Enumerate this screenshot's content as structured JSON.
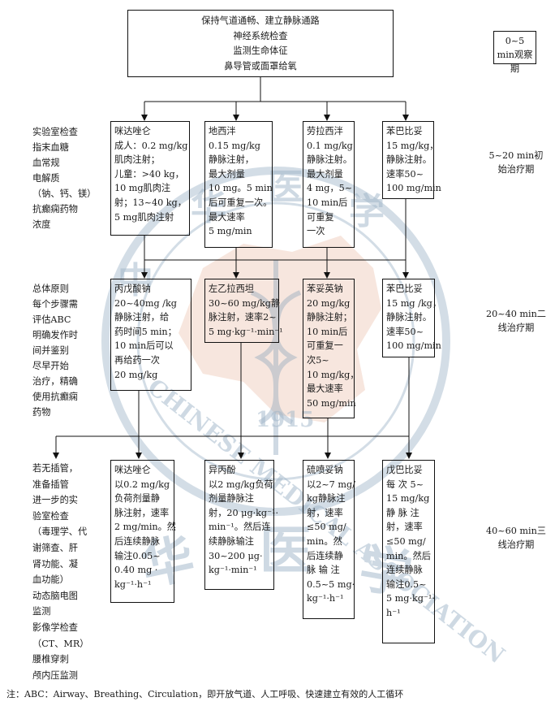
{
  "top": {
    "lines": [
      "保持气道通畅、建立静脉通路",
      "神经系统检查",
      "监测生命体征",
      "鼻导管或面罩给氧"
    ]
  },
  "phases": [
    {
      "lines": [
        "0~5 min",
        "观察期"
      ]
    },
    {
      "lines": [
        "5~20 min",
        "初始治疗期"
      ]
    },
    {
      "lines": [
        "20~40 min",
        "二线治疗期"
      ]
    },
    {
      "lines": [
        "40~60 min",
        "三线治疗期"
      ]
    }
  ],
  "row1": {
    "note": {
      "lines": [
        "实验室检查",
        "指末血糖",
        "血常规",
        "电解质",
        "（钠、钙、镁）",
        "抗癫痫药物",
        "浓度"
      ]
    },
    "boxes": [
      {
        "lines": [
          "咪达唑仑",
          "成人：0.2 mg/kg",
          "肌肉注射；",
          "儿童：>40 kg，",
          "10 mg肌肉注",
          "射；13~40 kg，",
          "5 mg肌肉注射"
        ]
      },
      {
        "lines": [
          "地西泮",
          "0.15 mg/kg",
          "静脉注射，",
          "最大剂量",
          "10 mg。5 min",
          "后可重复一次。",
          "最大速率",
          "5 mg/min"
        ]
      },
      {
        "lines": [
          "劳拉西泮",
          "0.1 mg/kg",
          "静脉注射。",
          "最大剂量",
          "4 mg，5~",
          "10 min后",
          "可重复",
          "一次"
        ]
      },
      {
        "lines": [
          "苯巴比妥",
          "15 mg/kg，",
          "静脉注射。",
          "速率50~",
          "100 mg/min"
        ]
      }
    ]
  },
  "row2": {
    "note": {
      "lines": [
        "总体原则",
        "每个步骤需",
        "评估ABC",
        "明确发作时",
        "间并鉴别",
        "尽早开始",
        "治疗，精确",
        "使用抗癫痫",
        "药物"
      ]
    },
    "boxes": [
      {
        "lines": [
          "丙戊酸钠",
          "20~40mg /kg",
          "静脉注射，给",
          "药时间5 min；",
          "10 min后可以",
          "再给药一次",
          "20 mg/kg"
        ]
      },
      {
        "lines": [
          "左乙拉西坦",
          "30~60 mg/kg静",
          "脉注射，速率2~",
          "5 mg·kg⁻¹·min⁻¹"
        ]
      },
      {
        "lines": [
          "苯妥英钠",
          "20 mg/kg",
          "静脉注射；",
          "10 min后",
          "可重复一",
          "次5~",
          "10 mg/kg，",
          "最大速率",
          "50 mg/min"
        ]
      },
      {
        "lines": [
          "苯巴比妥",
          "15 mg /kg，",
          "静脉注射。",
          "速率50~",
          "100 mg/min"
        ]
      }
    ]
  },
  "row3": {
    "note": {
      "lines": [
        "若无插管，",
        "准备插管",
        "进一步的实",
        "验室检查",
        "（毒理学、代",
        "谢筛查、肝",
        "肾功能、凝",
        "血功能）",
        "动态脑电图",
        "监测",
        "影像学检查",
        "（CT、MR）",
        "腰椎穿刺",
        "颅内压监测"
      ]
    },
    "boxes": [
      {
        "lines": [
          "咪达唑仑",
          "以0.2 mg/kg",
          "负荷剂量静",
          "脉注射，速率",
          "2 mg/min。然",
          "后连续静脉",
          "输注0.05~",
          "0.40  mg  ·",
          "kg⁻¹·h⁻¹"
        ]
      },
      {
        "lines": [
          "异丙酚",
          "以2 mg/kg负荷",
          "剂量静脉注",
          "射，20 μg·kg⁻¹·",
          "min⁻¹。然后连",
          "续静脉输注",
          "30~200 μg·",
          "kg⁻¹·min⁻¹"
        ]
      },
      {
        "lines": [
          "硫喷妥钠",
          "以2~7 mg/",
          "kg静脉注",
          "射，速率",
          "≤50  mg/",
          "min。然",
          "后连续静",
          "脉 输 注",
          "0.5~5 mg·",
          "kg⁻¹·h⁻¹"
        ]
      },
      {
        "lines": [
          "戊巴比妥",
          "每 次 5~",
          "15 mg/kg",
          "静 脉 注",
          "射，速率",
          "≤50  mg/",
          "min。然后",
          "连续静脉",
          "输注0.5~",
          "5 mg·kg⁻¹·",
          "h⁻¹"
        ]
      }
    ]
  },
  "footnote": "注：ABC：Airway、Breathing、Circulation，即开放气道、人工呼吸、快速建立有效的人工循环",
  "watermark": {
    "chars_top": [
      "中",
      "华",
      "医",
      "学"
    ],
    "arc_text": "CHINESE MEDICAL ASSOCIATION",
    "year": "1915",
    "seal_chars": [
      "华",
      "医",
      "学"
    ],
    "color": "#b8c8d6"
  }
}
